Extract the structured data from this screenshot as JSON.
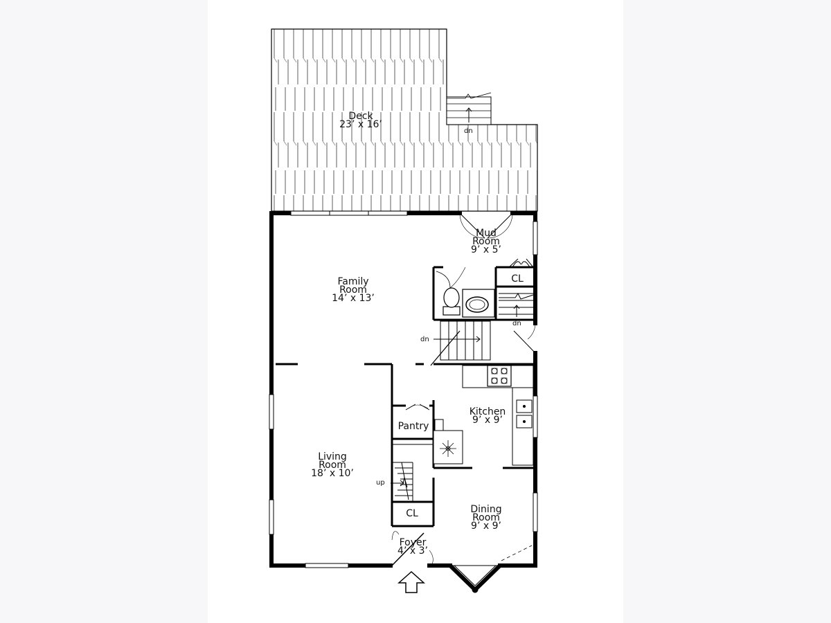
{
  "rooms": {
    "deck": {
      "name": "Deck",
      "size": "23’ x 16’"
    },
    "mud_room": {
      "name_line1": "Mud",
      "name_line2": "Room",
      "size": "9’ x 5’"
    },
    "family_room": {
      "name_line1": "Family",
      "name_line2": "Room",
      "size": "14’ x 13’"
    },
    "closet_upper": {
      "name": "CL"
    },
    "kitchen": {
      "name": "Kitchen",
      "size": "9’ x 9’"
    },
    "pantry": {
      "name": "Pantry"
    },
    "living_room": {
      "name_line1": "Living",
      "name_line2": "Room",
      "size": "18’ x 10’"
    },
    "closet_lower": {
      "name": "CL"
    },
    "dining_room": {
      "name_line1": "Dining",
      "name_line2": "Room",
      "size": "9’ x 9’"
    },
    "foyer": {
      "name": "Foyer",
      "size": "4’ x 3’"
    }
  },
  "stairs": {
    "deck_steps": "dn",
    "basement_stairs": "dn",
    "mud_stairs": "dn",
    "upper_stairs": "up"
  },
  "colors": {
    "wall": "#000000",
    "paper": "#ffffff",
    "margin": "#f7f7f9"
  },
  "icons": [
    "entry-arrow-icon",
    "range-icon",
    "sink-icon",
    "toilet-icon",
    "vanity-sink-icon",
    "fan-icon"
  ]
}
